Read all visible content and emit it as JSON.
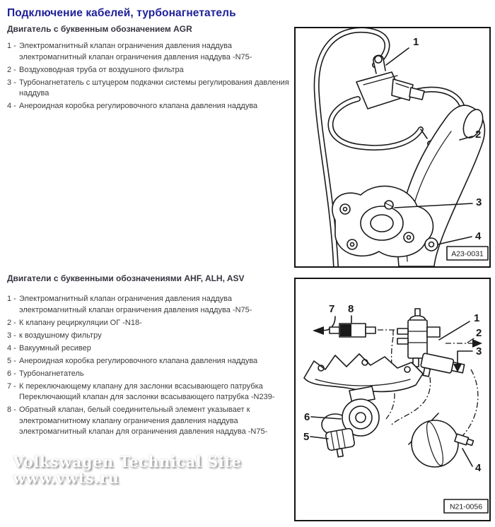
{
  "page": {
    "title": "Подключение кабелей, турбонагнетатель",
    "watermark_line1": "Volkswagen Technical Site",
    "watermark_line2": "www.vwts.ru"
  },
  "colors": {
    "title_blue": "#20209a",
    "heading": "#353541",
    "body_text": "#3c3c3c",
    "line_art": "#1a1a1a"
  },
  "section_agr": {
    "heading": "Двигатель с буквенным обозначением AGR",
    "items": [
      {
        "num": "1 -",
        "text": "Электромагнитный клапан ограничения давления наддува электромагнитный клапан ограничения давления наддува -N75-"
      },
      {
        "num": "2 -",
        "text": "Воздуховодная труба от воздушного фильтра"
      },
      {
        "num": "3 -",
        "text": "Турбонагнетатель с штуцером подкачки системы регулирования давления наддува"
      },
      {
        "num": "4 -",
        "text": "Анероидная коробка регулировочного клапана давления наддува"
      }
    ],
    "diagram": {
      "code": "A23-0031",
      "callouts": [
        "1",
        "2",
        "3",
        "4"
      ]
    }
  },
  "section_ahf": {
    "heading": "Двигатели с буквенными обозначениями AHF, ALH, ASV",
    "items": [
      {
        "num": "1 -",
        "text": "Электромагнитный клапан ограничения давления наддува электромагнитный клапан ограничения давления наддува -N75-"
      },
      {
        "num": "2 -",
        "text": "К клапану рециркуляции ОГ -N18-"
      },
      {
        "num": "3 -",
        "text": "к воздушному фильтру"
      },
      {
        "num": "4 -",
        "text": "Вакуумный ресивер"
      },
      {
        "num": "5 -",
        "text": "Анероидная коробка регулировочного клапана давления наддува"
      },
      {
        "num": "6 -",
        "text": "Турбонагнетатель"
      },
      {
        "num": "7 -",
        "text": "К переключающему клапану для заслонки всасывающего патрубка Переключающий клапан для заслонки всасывающего патрубка -N239-"
      },
      {
        "num": "8 -",
        "text": "Обратный клапан, белый соединительный элемент указывает к электромагнитному клапану ограничения давления наддува электромагнитный клапан для ограничения давления наддува -N75-"
      }
    ],
    "diagram": {
      "code": "N21-0056",
      "callouts": [
        "7",
        "8",
        "1",
        "2",
        "3",
        "6",
        "5",
        "4"
      ]
    }
  }
}
